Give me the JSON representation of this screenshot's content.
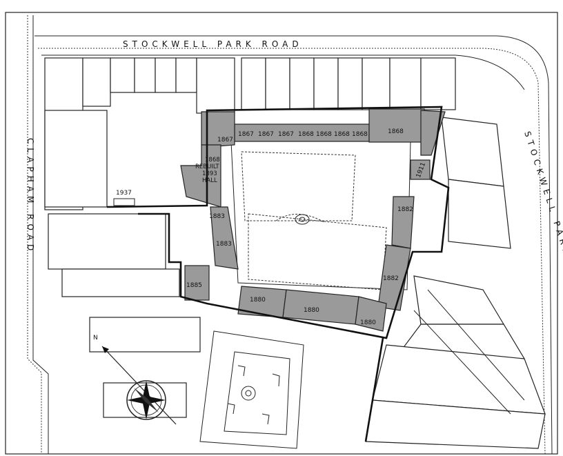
{
  "streets": {
    "stockwell_park_road": "STOCKWELL PARK ROAD",
    "clapham_road": "CLAPHAM ROAD",
    "stockwell_park_cr": "STOCKWELL PARK CR"
  },
  "dates": {
    "d1867a": "1867",
    "d1867b": "1867",
    "d1867c": "1867",
    "d1867d": "1867",
    "d1868a": "1868",
    "d1868b": "1868",
    "d1868c": "1868",
    "d1868d": "1868",
    "d1868e": "1868",
    "d1911": "1911",
    "d1937": "1937",
    "d1883a": "1883",
    "d1883b": "1883",
    "d1885": "1885",
    "d1882a": "1882",
    "d1882b": "1882",
    "d1880a": "1880",
    "d1880b": "1880",
    "d1880c": "1880"
  },
  "hall": {
    "year": "1868",
    "line1": "REBUILT",
    "line2": "1893",
    "line3": "HALL"
  },
  "icons": {
    "compass": "compass-rose-icon",
    "north_arrow": "north-arrow-icon",
    "fountain": "fountain-icon"
  }
}
